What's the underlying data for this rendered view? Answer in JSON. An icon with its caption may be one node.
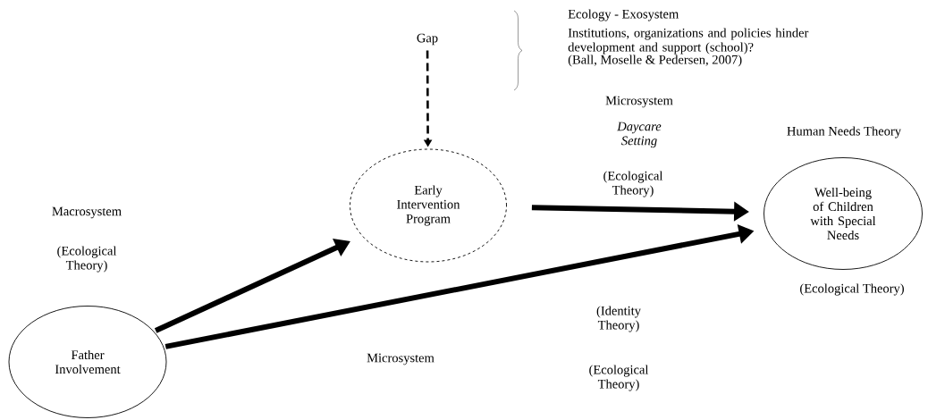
{
  "diagram": {
    "nodes": [
      {
        "text": [
          "Gap"
        ]
      },
      {
        "text": [
          "Early Intervention Program"
        ]
      },
      {
        "text": [
          "Well-being of Children with Special Needs"
        ]
      },
      {
        "text": [
          "Father Involvement"
        ]
      }
    ],
    "edges": [
      {
        "from": 0,
        "to": 1,
        "arrow": "to",
        "style": "dashed"
      },
      {
        "from": 3,
        "to": 1,
        "arrow": "to"
      },
      {
        "from": 1,
        "to": 2,
        "arrow": "to"
      },
      {
        "from": 3,
        "to": 2,
        "arrow": "to"
      }
    ],
    "labels": [
      "Ecology - Exosystem",
      "Institutions, organizations and policies hinder development and support (school)?",
      "(Ball, Moselle & Pedersen, 2007)",
      "Microsystem",
      "Daycare Setting",
      "(Ecological Theory)",
      "Human Needs Theory",
      "Macrosystem",
      "(Ecological Theory)",
      "(Ecological Theory)",
      "(Identity Theory)",
      "Microsystem",
      "(Ecological Theory)"
    ]
  }
}
